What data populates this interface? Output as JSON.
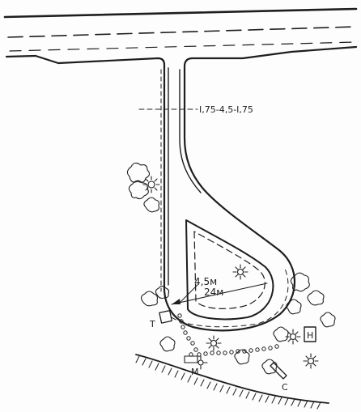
{
  "diagram": {
    "labels": {
      "road_width": "I,75-4,5-I,75",
      "lane_width": "4,5м",
      "loop_diameter": "24м",
      "symbol_t": "T",
      "symbol_m": "M",
      "symbol_c": "C",
      "symbol_h": "H"
    },
    "colors": {
      "ink": "#1e1e1e",
      "paper": "#fdfdfd"
    },
    "icons": [
      "tree-icon",
      "shrub-icon",
      "bench-icon",
      "building-icon"
    ]
  }
}
